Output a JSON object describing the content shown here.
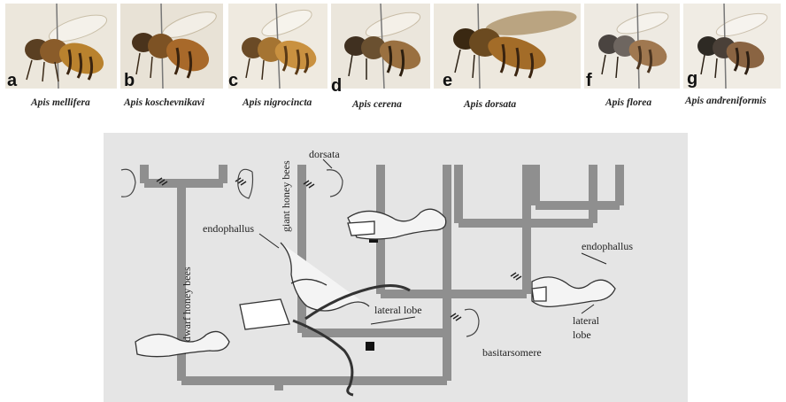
{
  "bees": [
    {
      "letter": "a",
      "species": "Apis mellifera"
    },
    {
      "letter": "b",
      "species": "Apis koschevnikavi"
    },
    {
      "letter": "c",
      "species": "Apis nigrocincta"
    },
    {
      "letter": "d",
      "species": "Apis cerena"
    },
    {
      "letter": "e",
      "species": "Apis dorsata"
    },
    {
      "letter": "f",
      "species": "Apis florea"
    },
    {
      "letter": "g",
      "species": "Apis andreniformis"
    }
  ],
  "tree": {
    "labels": {
      "dorsata": "dorsata",
      "giant": "giant honey bees",
      "dwarf": "dwarf honey bees",
      "endophallus_left": "endophallus",
      "endophallus_right": "endophallus",
      "lateral_lobe_mid": "lateral lobe",
      "lateral_right_1": "lateral",
      "lateral_right_2": "lobe",
      "basitarsomere": "basitarsomere"
    }
  }
}
